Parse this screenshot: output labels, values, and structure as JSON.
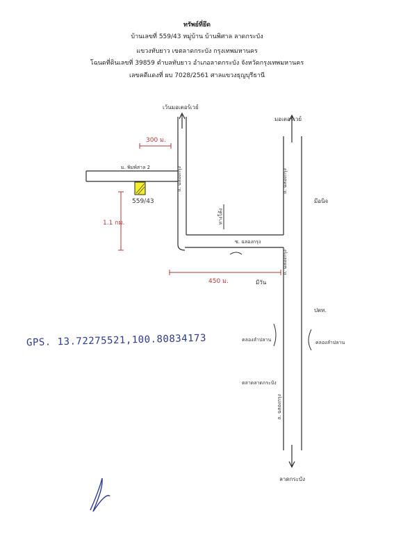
{
  "header": {
    "title": "ทรัพย์ที่ยึด",
    "line1": "บ้านเลขที่ 559/43 หมู่บ้าน บ้านพิศาล ลาดกระบัง",
    "line2": "แขวงทับยาว เขตลาดกระบัง กรุงเทพมหานคร",
    "line3": "โฉนดที่ดินเลขที่ 39859 ตำบลทับยาว อำเภอลาดกระบัง จังหวัดกรุงเทพมหานคร",
    "line4": "เลขคดีแดงที่ ผบ 7028/2561 ศาลแขวงธุญบุรีธานี"
  },
  "map": {
    "to_north_left": "เว้นมอเตอร์เวย์",
    "to_north_right": "มอเตอร์เวย์",
    "dist_300": "300 ม.",
    "soi_pisan": "ม. พิมพ์สาล 2",
    "house_no": "559/43",
    "dist_1_1": "1.1 กม.",
    "road_vertical_left": "ถ. ฉลองกรุง",
    "road_vertical_right": "ถ. ฉลองกรุง",
    "road_horizontal": "ซ. ฉลองกรุง",
    "cross_label": "ทางโค้ง",
    "right_label": "มีอนิจ",
    "dist_450": "450 ม.",
    "label_mid": "มีวัน",
    "label_ptt": "ปตท.",
    "canal_left": "คลองลำปลาน",
    "canal_right": "คลองลำปลาน",
    "market": "ตลาดลาดกระบัง",
    "road_bottom": "ถ. ฉลองกรุง",
    "to_south": "ลาดกระบัง"
  },
  "gps": "GPS. 13.72275521,100.80834173",
  "colors": {
    "road_line": "#2b2b2b",
    "dimension": "#b23a3a",
    "gps_ink": "#2c3a8c",
    "house_fill": "#f2ee2a"
  },
  "signature": "handwritten signature"
}
